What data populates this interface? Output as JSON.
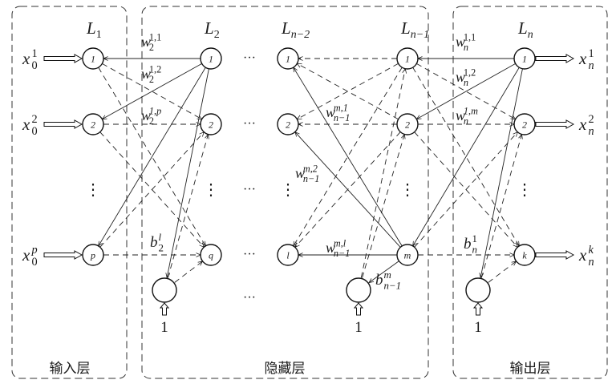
{
  "title": "Multilayer feedforward neural network diagram",
  "groups": [
    {
      "id": "input",
      "label": "输入层"
    },
    {
      "id": "hidden",
      "label": "隐藏层"
    },
    {
      "id": "output",
      "label": "输出层"
    }
  ],
  "layers": [
    {
      "id": "L1",
      "name": "L",
      "sub": "1",
      "group": "input",
      "nodes": [
        "1",
        "2",
        "p"
      ],
      "has_bias": false
    },
    {
      "id": "L2",
      "name": "L",
      "sub": "2",
      "group": "hidden",
      "nodes": [
        "1",
        "2",
        "q"
      ],
      "has_bias": true
    },
    {
      "id": "Ln-2",
      "name": "L",
      "sub": "n−2",
      "group": "hidden",
      "nodes": [
        "1",
        "2",
        "l"
      ],
      "has_bias": false
    },
    {
      "id": "Ln-1",
      "name": "L",
      "sub": "n−1",
      "group": "hidden",
      "nodes": [
        "1",
        "2",
        "m"
      ],
      "has_bias": true
    },
    {
      "id": "Ln",
      "name": "L",
      "sub": "n",
      "group": "output",
      "nodes": [
        "1",
        "2",
        "k"
      ],
      "has_bias": true
    }
  ],
  "inputs": [
    {
      "base": "x",
      "sub": "0",
      "sup": "1"
    },
    {
      "base": "x",
      "sub": "0",
      "sup": "2"
    },
    {
      "base": "x",
      "sub": "0",
      "sup": "p"
    }
  ],
  "outputs": [
    {
      "base": "x",
      "sub": "n",
      "sup": "1"
    },
    {
      "base": "x",
      "sub": "n",
      "sup": "2"
    },
    {
      "base": "x",
      "sub": "n",
      "sup": "k"
    }
  ],
  "weight_labels": [
    {
      "base": "w",
      "sub": "2",
      "sup": "1,1"
    },
    {
      "base": "w",
      "sub": "2",
      "sup": "1,2"
    },
    {
      "base": "w",
      "sub": "2",
      "sup": "1,p"
    },
    {
      "base": "w",
      "sub": "n−1",
      "sup": "m,1"
    },
    {
      "base": "w",
      "sub": "n−1",
      "sup": "m,2"
    },
    {
      "base": "w",
      "sub": "n−1",
      "sup": "m,l"
    },
    {
      "base": "w",
      "sub": "n",
      "sup": "1,1"
    },
    {
      "base": "w",
      "sub": "n",
      "sup": "1,2"
    },
    {
      "base": "w",
      "sub": "n",
      "sup": "1,m"
    }
  ],
  "bias_labels": [
    {
      "base": "b",
      "sub": "2",
      "sup": "l"
    },
    {
      "base": "b",
      "sub": "n−1",
      "sup": "m"
    },
    {
      "base": "b",
      "sub": "n",
      "sup": "1"
    }
  ],
  "bias_input_value": "1",
  "ellipsis_h": "···",
  "ellipsis_v": "⋮"
}
